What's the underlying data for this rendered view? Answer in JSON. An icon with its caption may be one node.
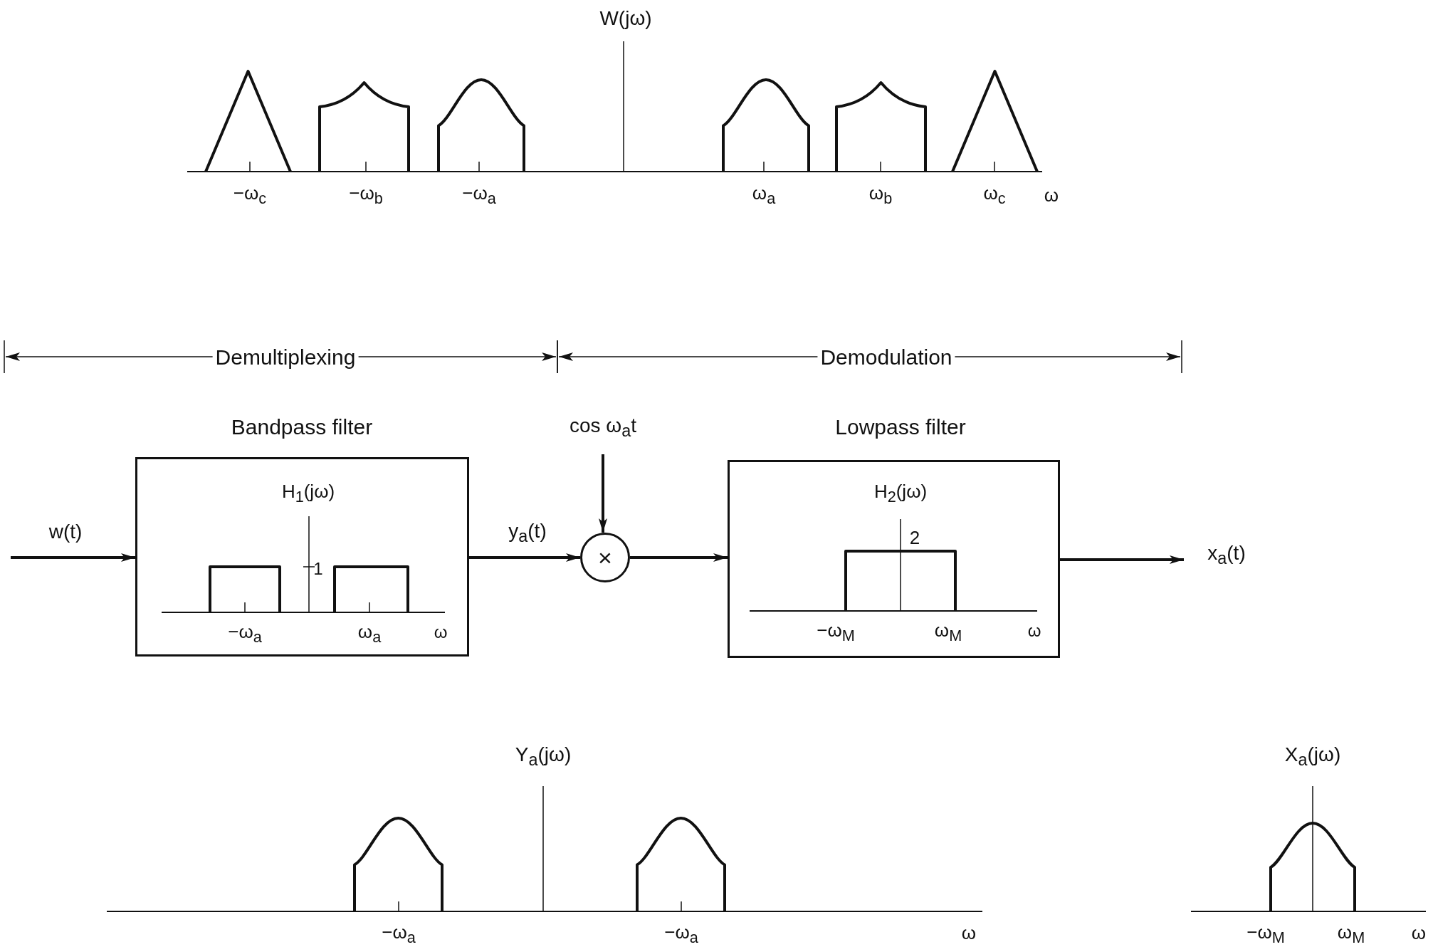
{
  "diagram": {
    "nodes": [
      {
        "text": [
          "Bandpass filter",
          "H$_{1}$(jω)",
          "1",
          "−ω$_{a}$",
          "ω$_{a}$",
          "ω"
        ]
      },
      {
        "text": [
          "×"
        ]
      },
      {
        "text": [
          "Lowpass filter",
          "H$_{2}$(jω)",
          "2",
          "−ω$_{M}$",
          "ω$_{M}$",
          "ω"
        ]
      }
    ],
    "edges": [
      {
        "from": null,
        "to": 0,
        "arrow": "to",
        "label": "w(t)"
      },
      {
        "from": 0,
        "to": 1,
        "arrow": "to",
        "label": "y$_{a}$(t)"
      },
      {
        "from": null,
        "to": 1,
        "arrow": "to",
        "label": "cos ω$_{a}$t"
      },
      {
        "from": 1,
        "to": 2,
        "arrow": "to"
      },
      {
        "from": 2,
        "to": null,
        "arrow": "to",
        "label": "x$_{a}$(t)"
      }
    ],
    "labels": [
      "W(jω)",
      "−ω$_{c}$",
      "−ω$_{b}$",
      "−ω$_{a}$",
      "ω$_{a}$",
      "ω$_{b}$",
      "ω$_{c}$",
      "ω",
      "Demultiplexing",
      "Demodulation",
      "Y$_{a}$(jω)",
      "−ω$_{a}$",
      "−ω$_{a}$",
      "ω",
      "X$_{a}$(jω)",
      "−ω$_{M}$",
      "ω$_{M}$",
      "ω"
    ]
  }
}
